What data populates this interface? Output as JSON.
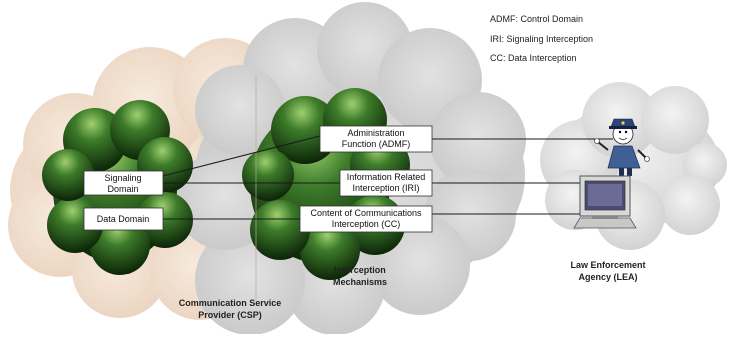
{
  "legend": {
    "admf": "ADMF: Control Domain",
    "iri": "IRI: Signaling Interception",
    "cc": "CC: Data Interception"
  },
  "csp": {
    "signaling_domain": [
      "Signaling",
      "Domain"
    ],
    "data_domain": "Data Domain",
    "label": [
      "Communication Service",
      "Provider (CSP)"
    ]
  },
  "mechanisms": {
    "admf_box": [
      "Administration",
      "Function (ADMF)"
    ],
    "iri_box": [
      "Information Related",
      "Interception (IRI)"
    ],
    "cc_box": [
      "Content of Communications",
      "Interception (CC)"
    ],
    "label": [
      "Interception",
      "Mechanisms"
    ]
  },
  "lea": {
    "label": [
      "Law Enforcement",
      "Agency (LEA)"
    ],
    "officer_icon": "police-officer-icon",
    "terminal_icon": "computer-terminal-icon"
  },
  "colors": {
    "csp_cloud": "#f1ddcb",
    "mechanism_cloud": "#d4d4d4",
    "lea_cloud": "#e3e3e3",
    "domain_tree": "#2f6a22",
    "connector": "#1a1a1a"
  }
}
